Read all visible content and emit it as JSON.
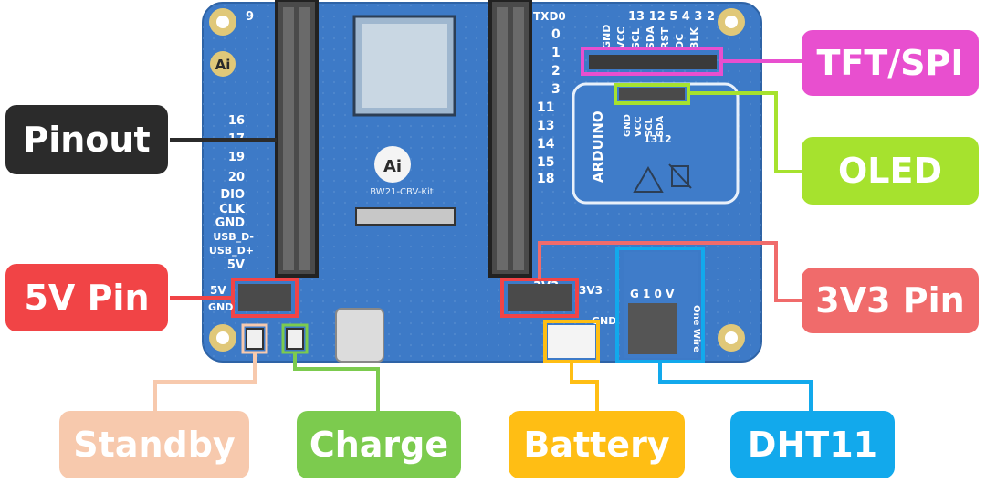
{
  "board": {
    "left_header_labels": [
      "9",
      "16",
      "17",
      "19",
      "20",
      "DIO",
      "CLK",
      "GND",
      "USB_D-",
      "USB_D+",
      "5V"
    ],
    "right_header_labels": [
      "TXD0",
      "0",
      "1",
      "2",
      "3",
      "11",
      "13",
      "14",
      "15",
      "18",
      "3V3"
    ],
    "top_pin_numbers": "13 12 5 4 3 2",
    "top_pin_names": [
      "GND",
      "VCC",
      "SCL",
      "SDA",
      "RST",
      "DC",
      "BLK"
    ],
    "oled_pin_names": [
      "GND",
      "VCC",
      "SCL",
      "SDA"
    ],
    "oled_pin_numbers": "1312",
    "module_label": "ARDUINO",
    "silkscreen_kit": "BW21-CBV-Kit",
    "silkscreen_onewire": "One Wire",
    "silkscreen_gio": "G 1 0 V",
    "silkscreen_5v": "5V",
    "silkscreen_gnd": "GND",
    "silkscreen_3v3": "3V3",
    "logo_text": "Ai"
  },
  "callouts": [
    {
      "id": "pinout",
      "label": "Pinout",
      "color": "#2b2b2b"
    },
    {
      "id": "5v-pin",
      "label": "5V Pin",
      "color": "#f14446"
    },
    {
      "id": "tft-spi",
      "label": "TFT/SPI",
      "color": "#e84fcf"
    },
    {
      "id": "oled",
      "label": "OLED",
      "color": "#a6e22e"
    },
    {
      "id": "3v3-pin",
      "label": "3V3 Pin",
      "color": "#f06b6b"
    },
    {
      "id": "standby",
      "label": "Standby",
      "color": "#f7c9ad"
    },
    {
      "id": "charge",
      "label": "Charge",
      "color": "#7ccb4e"
    },
    {
      "id": "battery",
      "label": "Battery",
      "color": "#ffbe14"
    },
    {
      "id": "dht11",
      "label": "DHT11",
      "color": "#12a9ec"
    }
  ]
}
